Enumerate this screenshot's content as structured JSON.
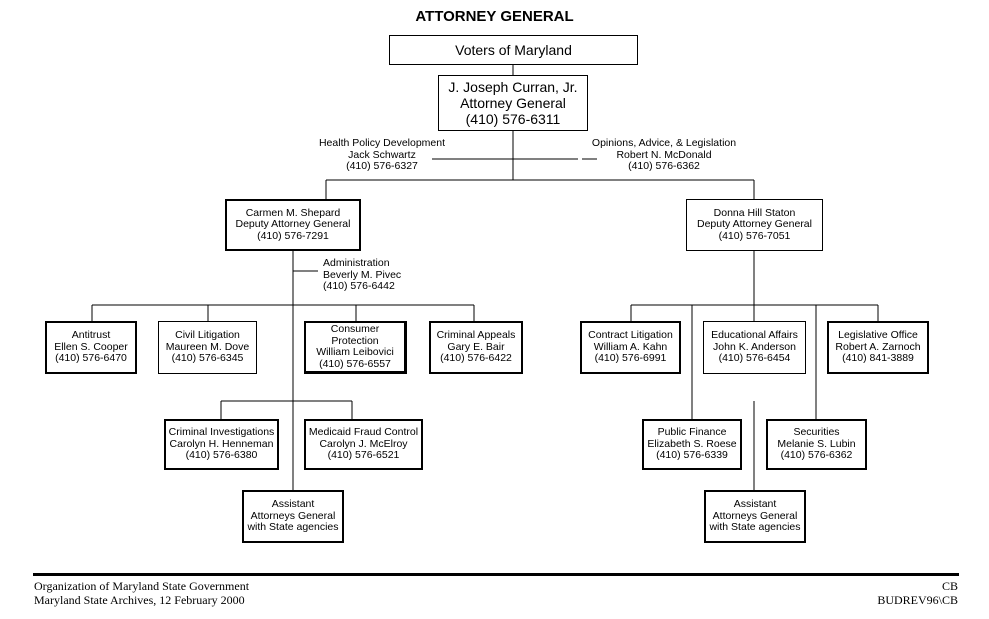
{
  "title": "ATTORNEY GENERAL",
  "voters": "Voters of Maryland",
  "ag": {
    "name": "J. Joseph Curran, Jr.",
    "role": "Attorney General",
    "phone": "(410) 576-6311"
  },
  "health": {
    "unit": "Health Policy Development",
    "name": "Jack Schwartz",
    "phone": "(410) 576-6327"
  },
  "opinions": {
    "unit": "Opinions, Advice, & Legislation",
    "name": "Robert N. McDonald",
    "phone": "(410) 576-6362"
  },
  "shepard": {
    "name": "Carmen M. Shepard",
    "role": "Deputy Attorney General",
    "phone": "(410) 576-7291"
  },
  "staton": {
    "name": "Donna Hill Staton",
    "role": "Deputy Attorney General",
    "phone": "(410) 576-7051"
  },
  "admin": {
    "unit": "Administration",
    "name": "Beverly M. Pivec",
    "phone": "(410) 576-6442"
  },
  "antitrust": {
    "unit": "Antitrust",
    "name": "Ellen S. Cooper",
    "phone": "(410) 576-6470"
  },
  "civil": {
    "unit": "Civil Litigation",
    "name": "Maureen M. Dove",
    "phone": "(410) 576-6345"
  },
  "consumer": {
    "unit1": "Consumer",
    "unit2": "Protection",
    "name": "William Leibovici",
    "phone": "(410) 576-6557"
  },
  "appeals": {
    "unit": "Criminal Appeals",
    "name": "Gary E. Bair",
    "phone": "(410) 576-6422"
  },
  "investigations": {
    "unit": "Criminal Investigations",
    "name": "Carolyn H. Henneman",
    "phone": "(410) 576-6380"
  },
  "medicaid": {
    "unit": "Medicaid Fraud Control",
    "name": "Carolyn J. McElroy",
    "phone": "(410) 576-6521"
  },
  "assistant_left": {
    "l1": "Assistant",
    "l2": "Attorneys General",
    "l3": "with State agencies"
  },
  "contract": {
    "unit": "Contract Litigation",
    "name": "William A. Kahn",
    "phone": "(410) 576-6991"
  },
  "education": {
    "unit": "Educational Affairs",
    "name": "John K. Anderson",
    "phone": "(410) 576-6454"
  },
  "legislative": {
    "unit": "Legislative Office",
    "name": "Robert A. Zarnoch",
    "phone": "(410) 841-3889"
  },
  "finance": {
    "unit": "Public Finance",
    "name": "Elizabeth S. Roese",
    "phone": "(410) 576-6339"
  },
  "securities": {
    "unit": "Securities",
    "name": "Melanie S. Lubin",
    "phone": "(410) 576-6362"
  },
  "assistant_right": {
    "l1": "Assistant",
    "l2": "Attorneys General",
    "l3": "with State agencies"
  },
  "footer": {
    "left1": "Organization of Maryland State Government",
    "left2": "Maryland State Archives, 12 February 2000",
    "right1": "CB",
    "right2": "BUDREV96\\CB"
  }
}
